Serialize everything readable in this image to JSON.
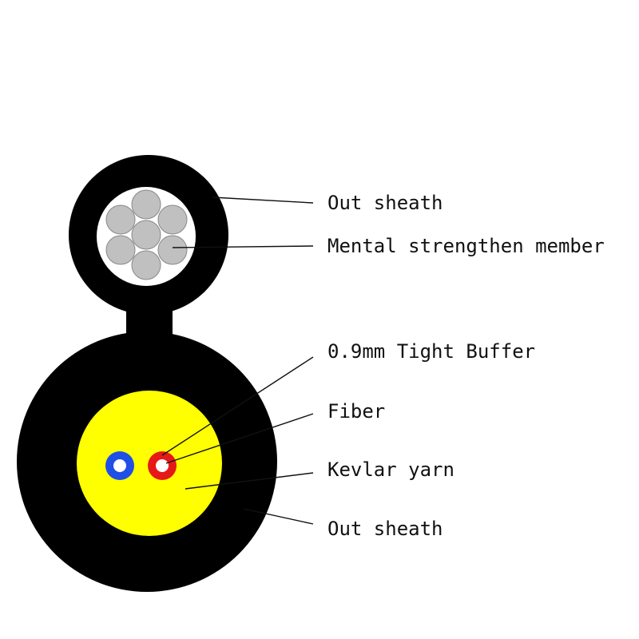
{
  "labels": {
    "out_sheath_top": "Out sheath",
    "strength_member": "Mental strengthen member",
    "tight_buffer": "0.9mm Tight Buffer",
    "fiber": "Fiber",
    "kevlar": "Kevlar yarn",
    "out_sheath_bottom": "Out sheath"
  },
  "colors": {
    "sheath": "#000000",
    "messenger_core": "#ffffff",
    "steel_wire": "#c0c0c0",
    "kevlar": "#ffff00",
    "fiber_blue": "#1f4fe6",
    "fiber_red": "#e61919",
    "fiber_core": "#ffffff"
  }
}
